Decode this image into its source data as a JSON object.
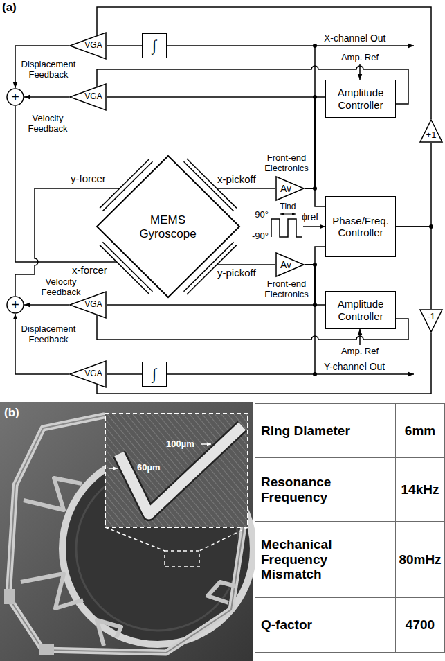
{
  "diagram": {
    "nodes": [
      {
        "text": [
          "VGA"
        ]
      },
      {
        "text": [
          "∫"
        ]
      },
      {
        "text": [
          "+"
        ]
      },
      {
        "text": [
          "VGA"
        ]
      },
      {
        "text": [
          "Amplitude Controller"
        ]
      },
      {
        "text": [
          "+1"
        ]
      },
      {
        "text": [
          "MEMS Gyroscope"
        ]
      },
      {
        "text": [
          "Av"
        ]
      },
      {
        "text": [
          "Phase/Freq. Controller"
        ]
      },
      {
        "text": [
          "Av"
        ]
      },
      {
        "text": [
          "Amplitude Controller"
        ]
      },
      {
        "text": [
          "-1"
        ]
      },
      {
        "text": [
          "+"
        ]
      },
      {
        "text": [
          "VGA"
        ]
      },
      {
        "text": [
          "VGA"
        ]
      },
      {
        "text": [
          "∫"
        ]
      }
    ],
    "edges": [
      {
        "from": 7,
        "to": 1,
        "arrow": "none"
      },
      {
        "from": 1,
        "to": 0,
        "arrow": "none"
      },
      {
        "from": 0,
        "to": 2,
        "arrow": "to"
      },
      {
        "from": 7,
        "to": 3,
        "arrow": "none"
      },
      {
        "from": 3,
        "to": 2,
        "arrow": "to"
      },
      {
        "from": 7,
        "to": 4,
        "arrow": "none"
      },
      {
        "from": 4,
        "to": 3,
        "arrow": "none"
      },
      {
        "from": 7,
        "to": 8,
        "arrow": "none"
      },
      {
        "from": 8,
        "to": 5,
        "arrow": "none"
      },
      {
        "from": 5,
        "to": 0,
        "arrow": "none"
      },
      {
        "from": 2,
        "to": 6,
        "arrow": "none"
      },
      {
        "from": 6,
        "to": 7,
        "arrow": "none"
      },
      {
        "from": 6,
        "to": 9,
        "arrow": "none"
      },
      {
        "from": 9,
        "to": 8,
        "arrow": "none"
      },
      {
        "from": 8,
        "to": 11,
        "arrow": "none"
      },
      {
        "from": 11,
        "to": 14,
        "arrow": "none"
      },
      {
        "from": 9,
        "to": 10,
        "arrow": "none"
      },
      {
        "from": 9,
        "to": 13,
        "arrow": "none"
      },
      {
        "from": 10,
        "to": 13,
        "arrow": "none"
      },
      {
        "from": 13,
        "to": 12,
        "arrow": "to"
      },
      {
        "from": 9,
        "to": 15,
        "arrow": "none"
      },
      {
        "from": 15,
        "to": 14,
        "arrow": "none"
      },
      {
        "from": 14,
        "to": 12,
        "arrow": "to"
      },
      {
        "from": 12,
        "to": 6,
        "arrow": "none"
      }
    ],
    "labels": [
      "(a)",
      "X-channel Out",
      "Amp. Ref",
      "Displacement Feedback",
      "Velocity Feedback",
      "Front-end Electronics",
      "y-forcer",
      "x-pickoff",
      "90°",
      "Tind",
      "ϕref",
      "-90°",
      "x-forcer",
      "y-pickoff",
      "Front-end Electronics",
      "Velocity Feedback",
      "Displacement Feedback",
      "Amp. Ref",
      "Y-channel Out",
      "(b)",
      "60µm",
      "100µm",
      "Ring Diameter",
      "6mm",
      "Resonance Frequency",
      "14kHz",
      "Mechanical Frequency Mismatch",
      "80mHz",
      "Q-factor",
      "4700"
    ]
  }
}
